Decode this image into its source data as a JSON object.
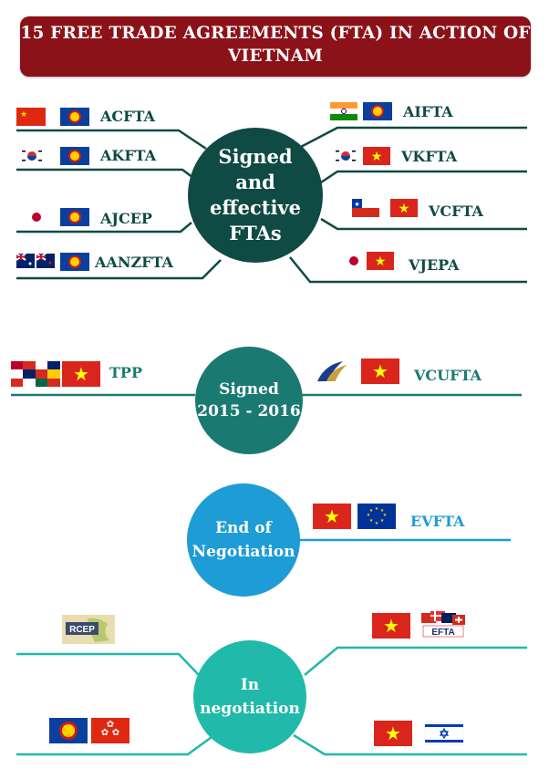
{
  "title": "15 FREE TRADE AGREEMENTS (FTA) IN ACTION OF VIETNAM",
  "hubs": {
    "signed_effective": [
      "Signed",
      "and",
      "effective",
      "FTAs"
    ],
    "signed_2015": [
      "Signed",
      "2015 - 2016"
    ],
    "end_negotiation": [
      "End of",
      "Negotiation"
    ],
    "in_negotiation": [
      "In",
      "negotiation"
    ]
  },
  "agreements": {
    "acfta": "ACFTA",
    "akfta": "AKFTA",
    "ajcep": "AJCEP",
    "aanzfta": "AANZFTA",
    "aifta": "AIFTA",
    "vkfta": "VKFTA",
    "vcfta": "VCFTA",
    "vjepa": "VJEPA",
    "tpp": "TPP",
    "vcufta": "VCUFTA",
    "evfta": "EVFTA"
  },
  "logos": {
    "rcep": "RCEP",
    "efta": "EFTA"
  },
  "colors": {
    "title_bg": "#8b1219",
    "signed_effective": "#0f4a44",
    "signed_2015": "#1a7a72",
    "end_negotiation": "#1e9cd6",
    "in_negotiation": "#21b9a9"
  }
}
